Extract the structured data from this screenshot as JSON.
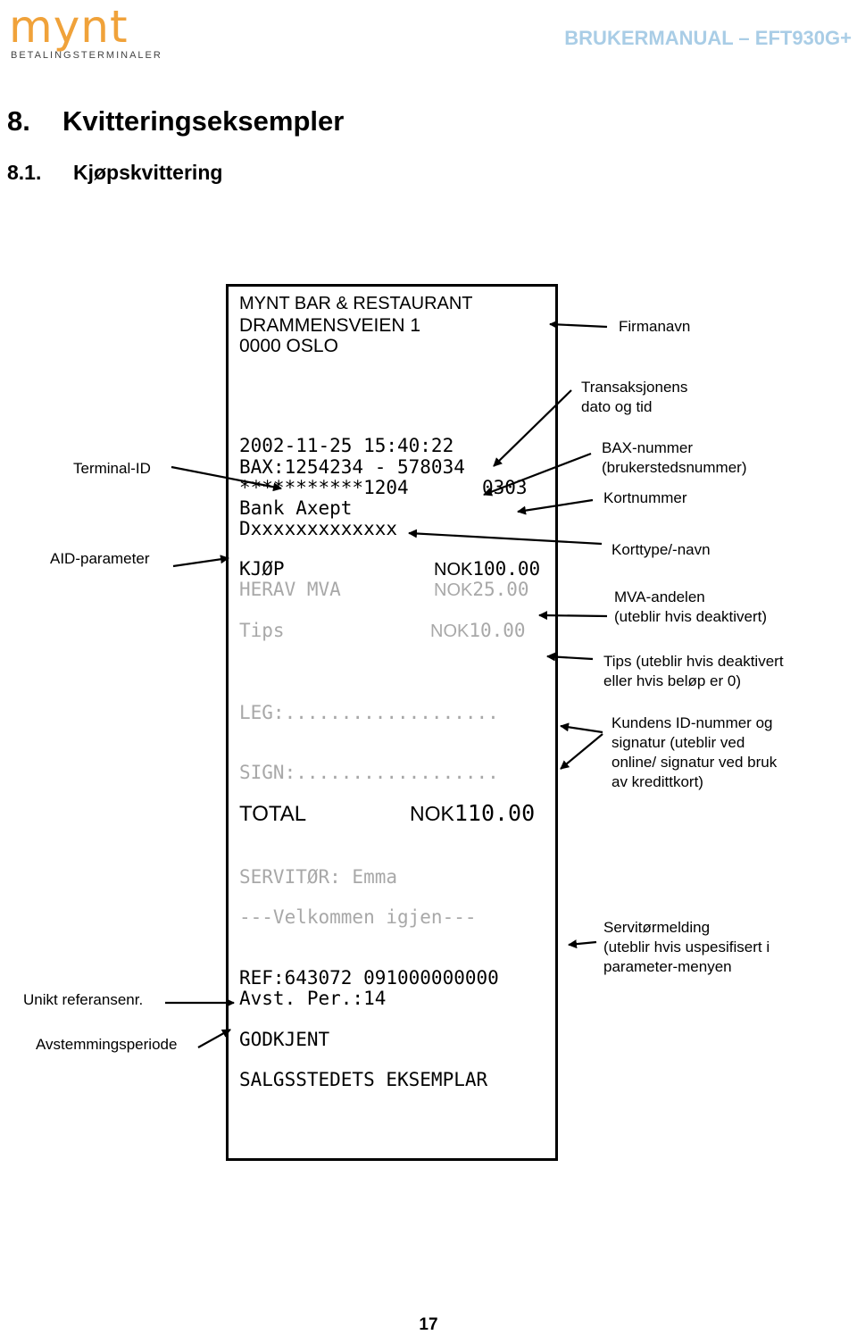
{
  "header": {
    "logo_text": "mynt",
    "logo_subtitle": "BETALINGSTERMINALER",
    "doc_title": "BRUKERMANUAL – EFT930G+"
  },
  "section": {
    "number": "8.",
    "title": "Kvitteringseksempler"
  },
  "subsection": {
    "number": "8.1.",
    "title": "Kjøpskvittering"
  },
  "receipt": {
    "merchant_name": "MYNT BAR & RESTAURANT",
    "address1": "DRAMMENSVEIEN 1",
    "address2": "0000 OSLO",
    "datetime": "2002-11-25  15:40:22",
    "bax": "BAX:1254234 - 578034",
    "card_masked": "***********1204",
    "card_extra": "0303",
    "card_type": "Bank Axept",
    "aid": "Dxxxxxxxxxxxxx",
    "purchase_label": "KJØP",
    "purchase_currency": "NOK",
    "purchase_amount": "100.00",
    "vat_label": "HERAV MVA",
    "vat_currency": "NOK",
    "vat_amount": "25.00",
    "tips_label": "Tips",
    "tips_currency": "NOK",
    "tips_amount": "10.00",
    "id_line": "LEG:...................",
    "sign_line": "SIGN:..................",
    "total_label": "TOTAL",
    "total_currency": "NOK",
    "total_amount": "110.00",
    "waiter": "SERVITØR: Emma",
    "welcome": "---Velkommen igjen---",
    "ref": "REF:643072 091000000000",
    "period": "Avst. Per.:14",
    "approved": "GODKJENT",
    "copy": "SALGSSTEDETS EKSEMPLAR"
  },
  "annotations": {
    "left": {
      "terminal_id": "Terminal-ID",
      "aid_param": "AID-parameter",
      "ref_no": "Unikt referansenr.",
      "period": "Avstemmingsperiode"
    },
    "right": {
      "company": "Firmanavn",
      "datetime_1": "Transaksjonens",
      "datetime_2": "dato og tid",
      "bax_1": "BAX-nummer",
      "bax_2": "(brukerstedsnummer)",
      "card_no": "Kortnummer",
      "card_type": "Korttype/-navn",
      "vat_1": "MVA-andelen",
      "vat_2": "(uteblir hvis deaktivert)",
      "tips_1": "Tips (uteblir hvis deaktivert",
      "tips_2": "eller  hvis beløp er 0)",
      "customer_1": "Kundens ID-nummer og",
      "customer_2": "signatur (uteblir ved",
      "customer_3": "online/ signatur ved bruk",
      "customer_4": "av kredittkort)",
      "waiter_1": "Servitørmelding",
      "waiter_2": "(uteblir hvis uspesifisert i",
      "waiter_3": "parameter-menyen"
    }
  },
  "page_number": "17"
}
